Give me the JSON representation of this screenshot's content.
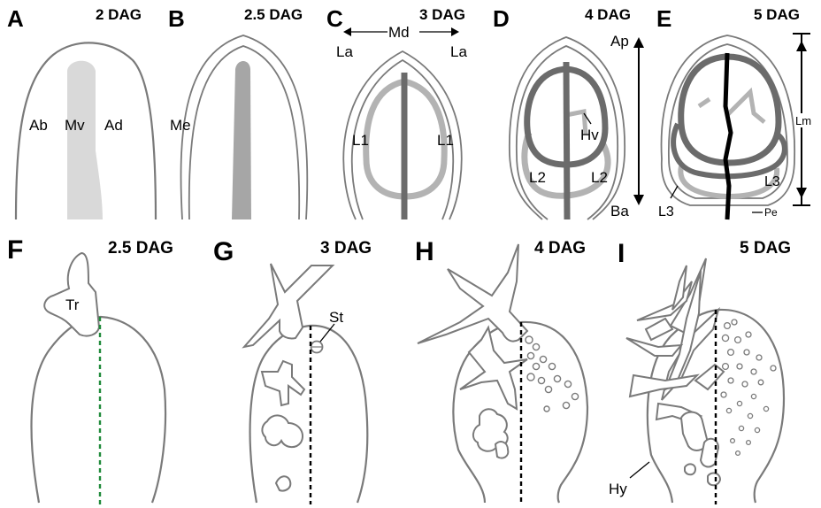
{
  "panels": [
    {
      "letter": "A",
      "stage": "2 DAG"
    },
    {
      "letter": "B",
      "stage": "2.5 DAG"
    },
    {
      "letter": "C",
      "stage": "3 DAG"
    },
    {
      "letter": "D",
      "stage": "4 DAG"
    },
    {
      "letter": "E",
      "stage": "5 DAG"
    },
    {
      "letter": "F",
      "stage": "2.5 DAG"
    },
    {
      "letter": "G",
      "stage": "3 DAG"
    },
    {
      "letter": "H",
      "stage": "4 DAG"
    },
    {
      "letter": "I",
      "stage": "5 DAG"
    }
  ],
  "labels": {
    "ab": "Ab",
    "mv": "Mv",
    "ad": "Ad",
    "me": "Me",
    "md": "Md",
    "la": "La",
    "l1": "L1",
    "ap": "Ap",
    "ba": "Ba",
    "hv": "Hv",
    "l2": "L2",
    "lm": "Lm",
    "l3": "L3",
    "pe": "Pe",
    "tr": "Tr",
    "st": "St",
    "hy": "Hy"
  },
  "colors": {
    "outline": "#7a7a7a",
    "midvein_light": "#d9d9d9",
    "midvein_mid": "#a6a6a6",
    "vein_dark": "#6b6b6b",
    "vein_light": "#b3b3b3",
    "vein_black": "#000000",
    "trichome_line_green": "#1f8a3a"
  }
}
